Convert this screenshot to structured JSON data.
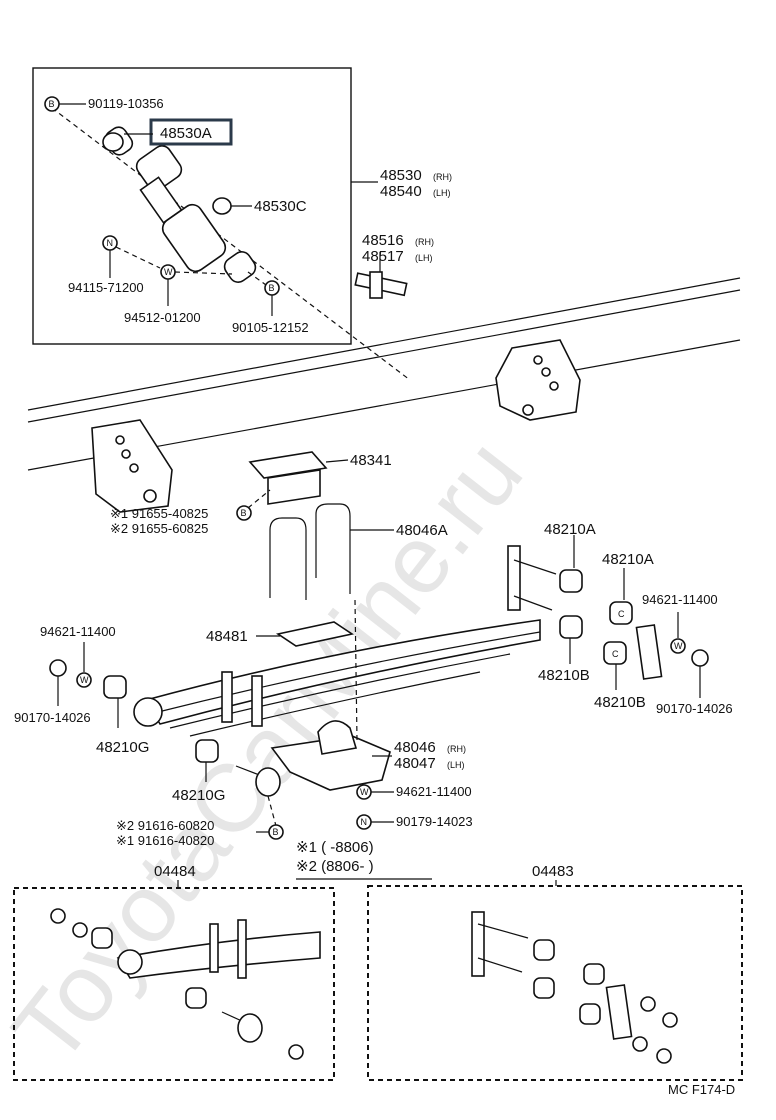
{
  "watermark": "ToyotaCarMine.ru",
  "highlight_color": "#2b3a4a",
  "labels": {
    "p90119": "90119-10356",
    "p48530A": "48530A",
    "p48530": "48530",
    "p48540": "48540",
    "rh": "(RH)",
    "lh": "(LH)",
    "p48530C": "48530C",
    "p48516": "48516",
    "p48517": "48517",
    "p94115": "94115-71200",
    "p94512": "94512-01200",
    "p90105": "90105-12152",
    "p48341": "48341",
    "p91655a": "※1 91655-40825",
    "p91655b": "※2 91655-60825",
    "p48046A": "48046A",
    "p48210A_1": "48210A",
    "p48210A_2": "48210A",
    "p94621_r": "94621-11400",
    "p94621_l": "94621-11400",
    "p48481": "48481",
    "p48210B_1": "48210B",
    "p48210B_2": "48210B",
    "p90170_l": "90170-14026",
    "p90170_r": "90170-14026",
    "p48210G_1": "48210G",
    "p48210G_2": "48210G",
    "p48046": "48046",
    "p48047": "48047",
    "p94621_c": "94621-11400",
    "p90179": "90179-14023",
    "p91616a": "※2 91616-60820",
    "p91616b": "※1 91616-40820",
    "note1": "※1 (      -8806)",
    "note2": "※2 (8806-      )",
    "k04484": "04484",
    "k04483": "04483",
    "code": "MC F174-D"
  },
  "markers": {
    "B": "B",
    "N": "N",
    "W": "W",
    "C": "C"
  }
}
